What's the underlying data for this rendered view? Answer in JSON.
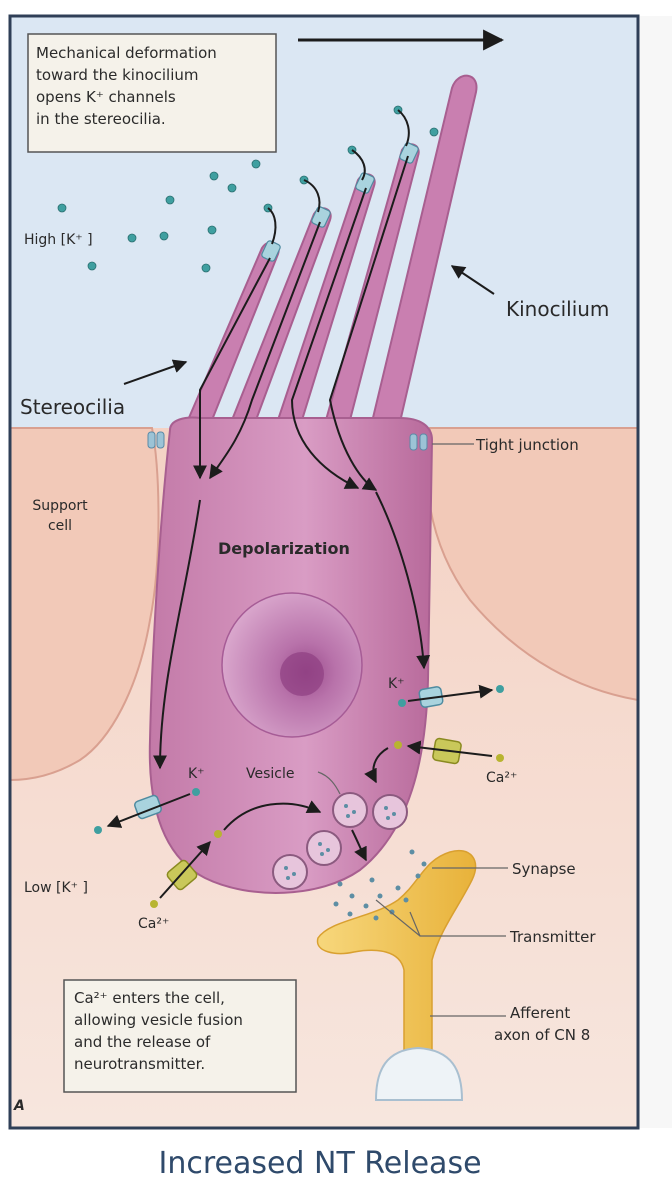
{
  "panel_letter": "A",
  "top_note": {
    "lines": [
      "Mechanical deformation",
      "toward the kinocilium",
      "opens K⁺ channels",
      "in the stereocilia."
    ]
  },
  "bottom_note": {
    "lines": [
      "Ca²⁺ enters the cell,",
      "allowing vesicle fusion",
      "and the release of",
      "neurotransmitter."
    ]
  },
  "labels": {
    "high_k": "High [K⁺ ]",
    "low_k": "Low [K⁺ ]",
    "kinocilium": "Kinocilium",
    "stereocilia": "Stereocilia",
    "tight_junction": "Tight junction",
    "support_cell_1": "Support",
    "support_cell_2": "cell",
    "depolarization": "Depolarization",
    "k_plus_right": "K⁺",
    "k_plus_left": "K⁺",
    "ca_right": "Ca²⁺",
    "ca_left": "Ca²⁺",
    "vesicle": "Vesicle",
    "synapse": "Synapse",
    "transmitter": "Transmitter",
    "afferent_1": "Afferent",
    "afferent_2": "axon of CN 8"
  },
  "caption": "Increased NT Release",
  "colors": {
    "fluid": "#dbe7f3",
    "support": "#f2c9b8",
    "hair_cell": "#c57aa9",
    "nucleus": "#b468a6",
    "axon": "#f3c24f",
    "k_ion": "#3f9fa0",
    "ca_ion": "#b8b430",
    "frame": "#2f3f57"
  }
}
